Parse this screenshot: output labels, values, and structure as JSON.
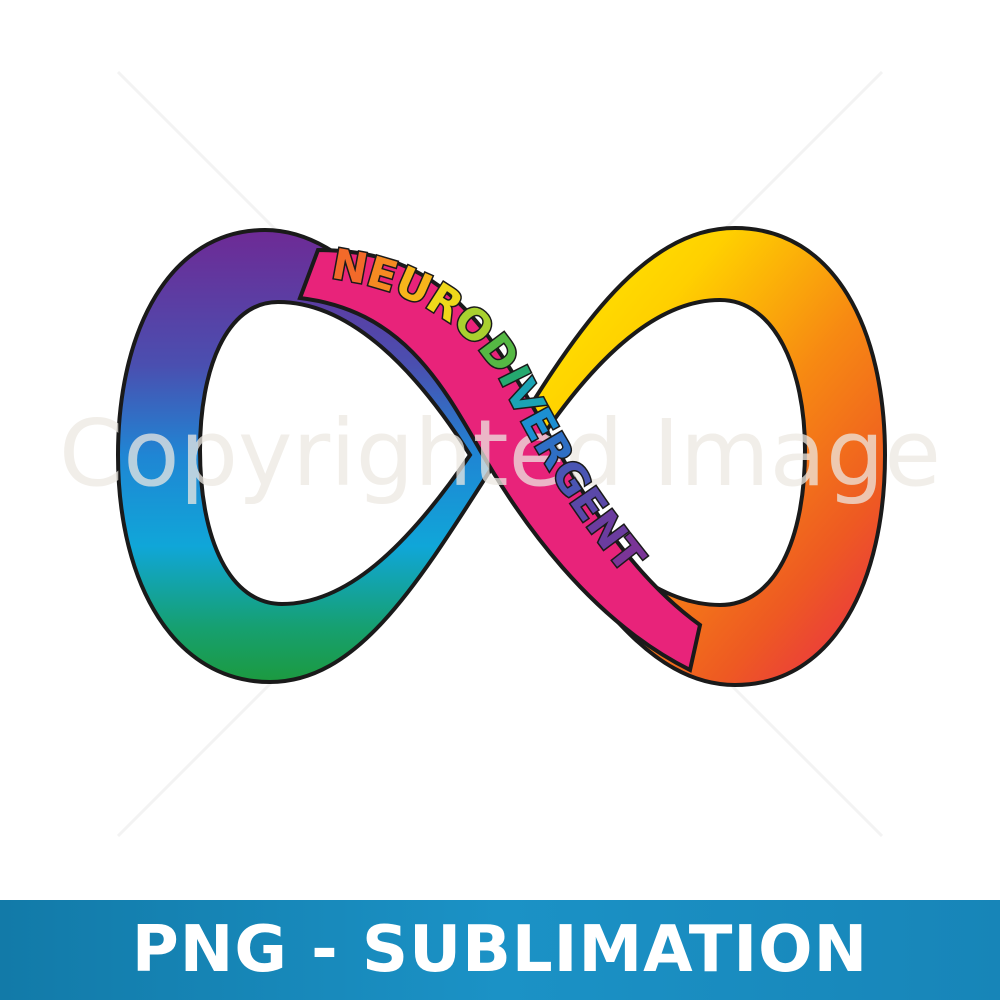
{
  "sticker": {
    "ribbon_text": "NEURODIVERGENT",
    "letter_colors": [
      "#f26a2a",
      "#f58a22",
      "#f7b51b",
      "#efd81a",
      "#a9d12f",
      "#55b844",
      "#25a96f",
      "#1aa3b5",
      "#1c8fd2",
      "#2f6fc4",
      "#4a55b3",
      "#5a48a8",
      "#6b3c9f",
      "#7a3597"
    ],
    "ribbon_color": "#e8237a",
    "outline_color": "#1a1a1a"
  },
  "watermark": {
    "text": "Copyrighted Image"
  },
  "banner": {
    "label": "PNG - SUBLIMATION"
  }
}
